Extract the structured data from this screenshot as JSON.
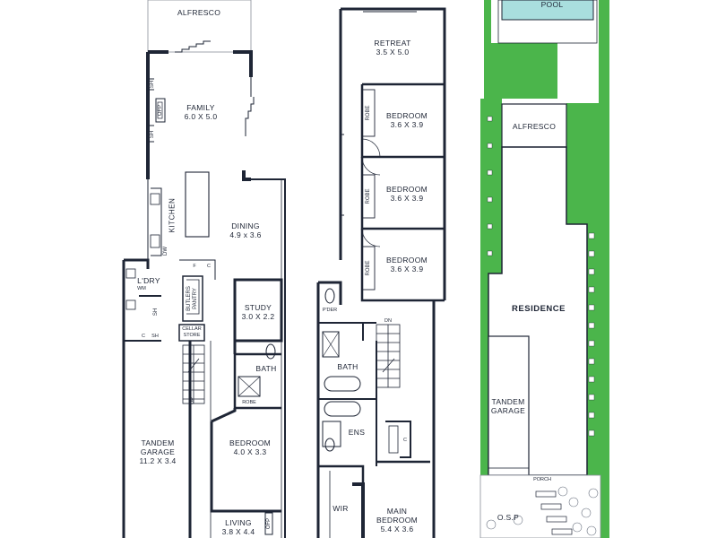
{
  "ground_floor": {
    "alfresco": "ALFRESCO",
    "family": {
      "name": "FAMILY",
      "dim": "6.0 X 5.0"
    },
    "kitchen": "KITCHEN",
    "dining": {
      "name": "DINING",
      "dim": "4.9 x 3.6"
    },
    "study": {
      "name": "STUDY",
      "dim": "3.0 X 2.2"
    },
    "bath": "BATH",
    "robe": "ROBE",
    "bedroom": {
      "name": "BEDROOM",
      "dim": "4.0 X 3.3"
    },
    "living": {
      "name": "LIVING",
      "dim": "3.8 X 4.4"
    },
    "tandem_garage": {
      "name": "TANDEM",
      "name2": "GARAGE",
      "dim": "11.2 X 3.4"
    },
    "laundry": "L'DRY",
    "cellar": "CELLAR",
    "store": "STORE",
    "butlers": "BUTLERS",
    "pantry": "PANTRY",
    "small": {
      "sh": "SH",
      "ofp": "OFP",
      "dw": "DW",
      "f": "F",
      "c": "C",
      "wm": "WM",
      "up": "UP"
    }
  },
  "first_floor": {
    "retreat": {
      "name": "RETREAT",
      "dim": "3.5 X 5.0"
    },
    "bedroom1": {
      "name": "BEDROOM",
      "dim": "3.6 X 3.9"
    },
    "bedroom2": {
      "name": "BEDROOM",
      "dim": "3.6 X 3.9"
    },
    "bedroom3": {
      "name": "BEDROOM",
      "dim": "3.6 X 3.9"
    },
    "robe": "ROBE",
    "pder": "P'DER",
    "bath": "BATH",
    "ens": "ENS",
    "wir": "WIR",
    "main_bedroom": {
      "name": "MAIN",
      "name2": "BEDROOM",
      "dim": "5.4 X 3.6"
    },
    "small": {
      "dn": "DN",
      "c": "C"
    }
  },
  "site_plan": {
    "pool": "POOL",
    "alfresco": "ALFRESCO",
    "residence": "RESIDENCE",
    "tandem_garage": {
      "name": "TANDEM",
      "name2": "GARAGE"
    },
    "porch": "PORCH",
    "osp": "O.S.P"
  },
  "colors": {
    "wall": "#1e2535",
    "lawn": "#4bb54b",
    "pool": "#a9dede",
    "line": "#8a8f99"
  }
}
